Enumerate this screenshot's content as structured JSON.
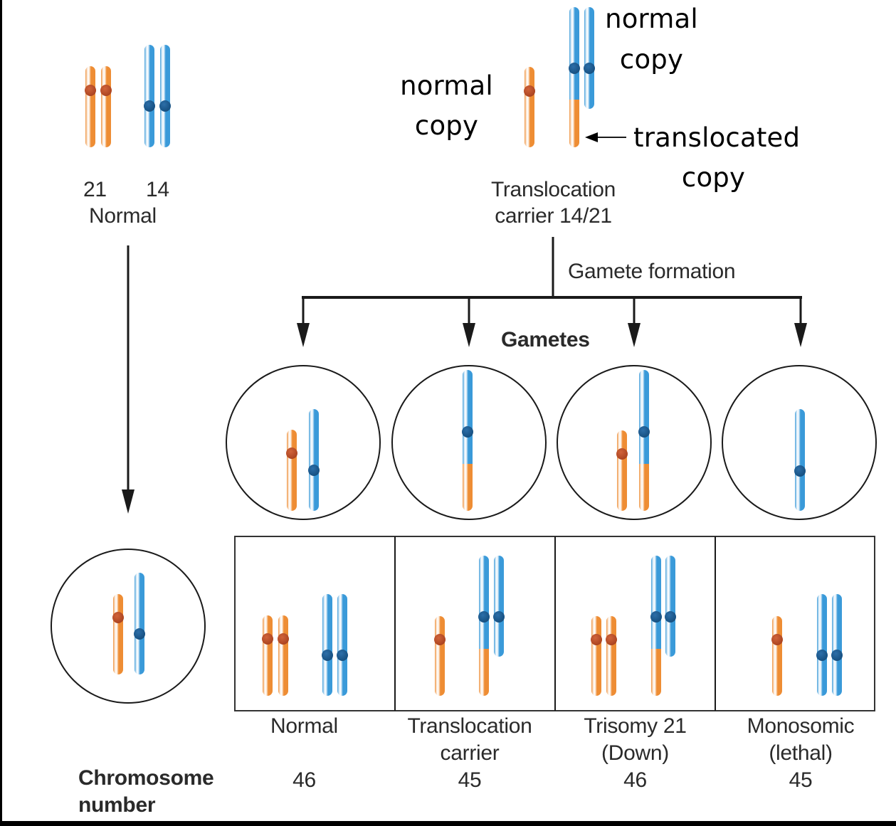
{
  "colors": {
    "chr21": "#ee8d34",
    "chr21_centromere": "#a8411e",
    "chr14": "#3a9ad9",
    "chr14_centromere": "#144d7d",
    "line": "#1a1a1a",
    "text": "#2a2a2a"
  },
  "parent_normal": {
    "label_21": "21",
    "label_14": "14",
    "label": "Normal"
  },
  "parent_carrier": {
    "label_line1": "Translocation",
    "label_line2": "carrier 14/21"
  },
  "annotations": {
    "normal_copy_21_line1": "normal",
    "normal_copy_21_line2": "copy",
    "normal_copy_14_line1": "normal",
    "normal_copy_14_line2": "copy",
    "translocated_line1": "translocated",
    "translocated_line2": "copy"
  },
  "process": {
    "gamete_formation": "Gamete formation",
    "gametes": "Gametes"
  },
  "offspring": [
    {
      "label_line1": "Normal",
      "label_line2": "",
      "chromosome_number": "46"
    },
    {
      "label_line1": "Translocation",
      "label_line2": "carrier",
      "chromosome_number": "45"
    },
    {
      "label_line1": "Trisomy 21",
      "label_line2": "(Down)",
      "chromosome_number": "46"
    },
    {
      "label_line1": "Monosomic",
      "label_line2": "(lethal)",
      "chromosome_number": "45"
    }
  ],
  "row_label": {
    "line1": "Chromosome",
    "line2": "number"
  }
}
